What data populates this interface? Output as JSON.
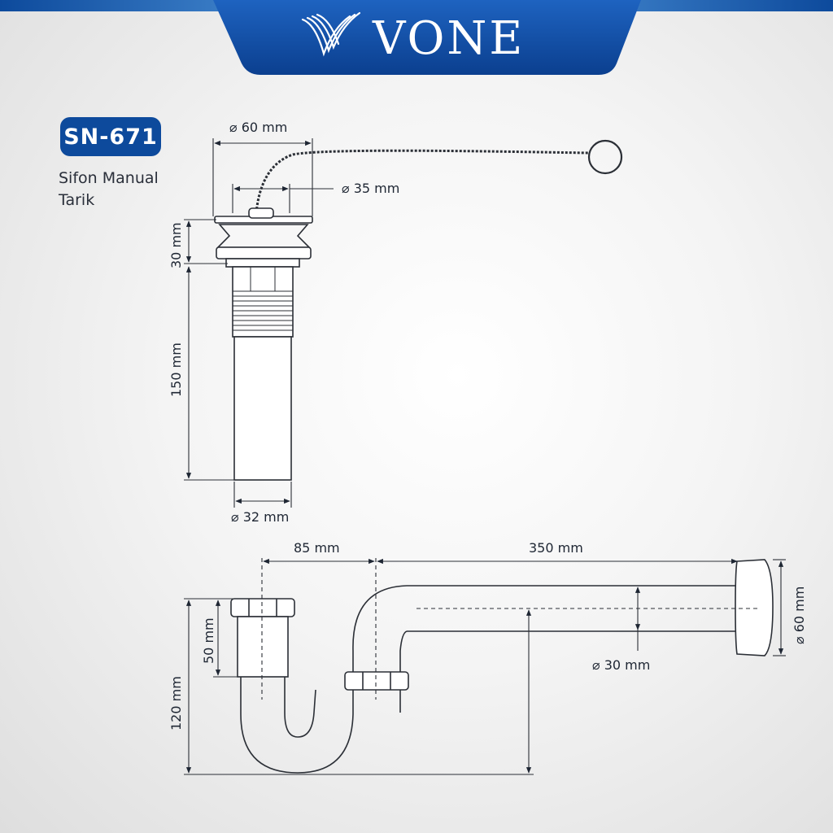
{
  "brand": {
    "logo_text": "VONE",
    "primary_color": "#0d4a9c"
  },
  "product": {
    "code": "SN-671",
    "name_line1": "Sifon Manual",
    "name_line2": "Tarik"
  },
  "drain_dimensions": {
    "top_diameter": "⌀ 60 mm",
    "stopper_diameter": "⌀ 35 mm",
    "head_height": "30 mm",
    "tail_length": "150 mm",
    "pipe_diameter": "⌀ 32 mm"
  },
  "trap_dimensions": {
    "inlet_offset": "85 mm",
    "outlet_length": "350 mm",
    "nut_height": "50 mm",
    "trap_height": "120 mm",
    "pipe_diameter": "⌀ 30 mm",
    "flange_diameter": "⌀ 60 mm"
  }
}
